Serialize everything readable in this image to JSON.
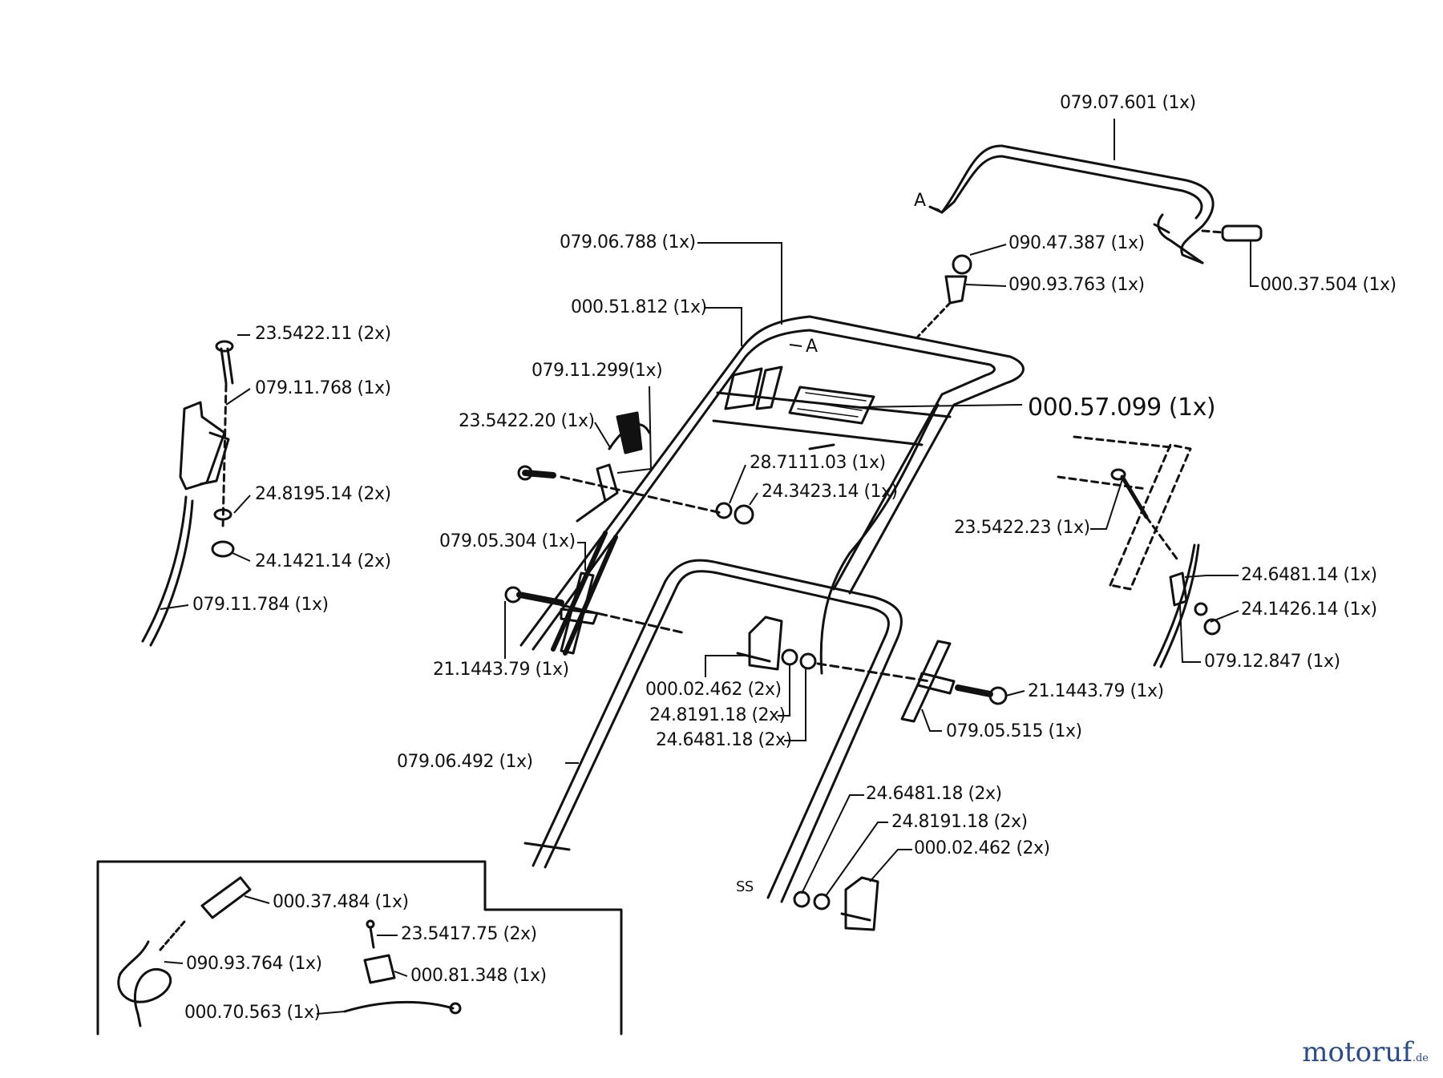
{
  "labels": [
    {
      "id": "p1",
      "text": "079.07.601 (1x)"
    },
    {
      "id": "p2",
      "text": "A"
    },
    {
      "id": "p3",
      "text": "090.47.387 (1x)"
    },
    {
      "id": "p4",
      "text": "090.93.763 (1x)"
    },
    {
      "id": "p5",
      "text": "000.37.504 (1x)"
    },
    {
      "id": "p6",
      "text": "079.06.788 (1x)"
    },
    {
      "id": "p7",
      "text": "000.51.812 (1x)"
    },
    {
      "id": "p8",
      "text": "A"
    },
    {
      "id": "p9",
      "text": "23.5422.11 (2x)"
    },
    {
      "id": "p10",
      "text": "079.11.768 (1x)"
    },
    {
      "id": "p11",
      "text": "079.11.299(1x)"
    },
    {
      "id": "p12",
      "text": "000.57.099 (1x)"
    },
    {
      "id": "p13",
      "text": "23.5422.20 (1x)"
    },
    {
      "id": "p14",
      "text": "28.7111.03 (1x)"
    },
    {
      "id": "p15",
      "text": "24.3423.14 (1x)"
    },
    {
      "id": "p16",
      "text": "24.8195.14 (2x)"
    },
    {
      "id": "p17",
      "text": "24.1421.14 (2x)"
    },
    {
      "id": "p18",
      "text": "079.05.304 (1x)"
    },
    {
      "id": "p19",
      "text": "23.5422.23 (1x)"
    },
    {
      "id": "p20",
      "text": "079.11.784 (1x)"
    },
    {
      "id": "p21",
      "text": "24.6481.14 (1x)"
    },
    {
      "id": "p22",
      "text": "24.1426.14 (1x)"
    },
    {
      "id": "p23",
      "text": "21.1443.79 (1x)"
    },
    {
      "id": "p24",
      "text": "000.02.462 (2x)"
    },
    {
      "id": "p25",
      "text": "079.12.847 (1x)"
    },
    {
      "id": "p26",
      "text": "21.1443.79 (1x)"
    },
    {
      "id": "p27",
      "text": "24.8191.18 (2x)"
    },
    {
      "id": "p28",
      "text": "24.6481.18 (2x)"
    },
    {
      "id": "p29",
      "text": "079.05.515 (1x)"
    },
    {
      "id": "p30",
      "text": "079.06.492 (1x)"
    },
    {
      "id": "p31",
      "text": "24.6481.18 (2x)"
    },
    {
      "id": "p32",
      "text": "24.8191.18 (2x)"
    },
    {
      "id": "p33",
      "text": "000.02.462 (2x)"
    },
    {
      "id": "p34",
      "text": "SS"
    },
    {
      "id": "p35",
      "text": "000.37.484 (1x)"
    },
    {
      "id": "p36",
      "text": "23.5417.75 (2x)"
    },
    {
      "id": "p37",
      "text": "090.93.764 (1x)"
    },
    {
      "id": "p38",
      "text": "000.81.348 (1x)"
    },
    {
      "id": "p39",
      "text": "000.70.563 (1x)"
    }
  ],
  "watermark": {
    "name": "motoruf",
    "suffix": ".de",
    "color": "#2a4b8d"
  }
}
